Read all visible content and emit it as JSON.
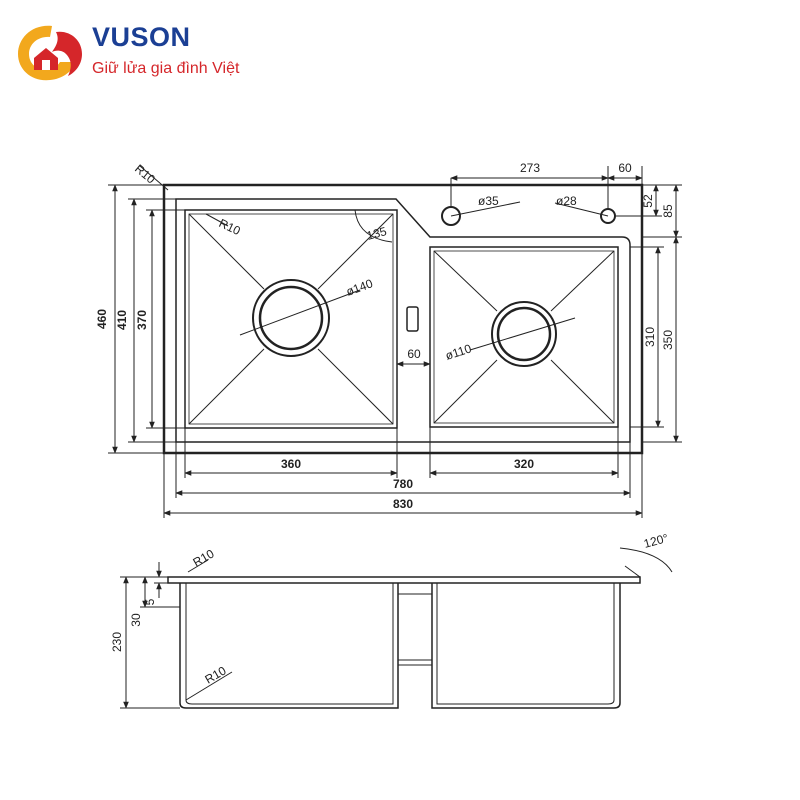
{
  "brand": {
    "name": "VUSON",
    "tagline": "Giữ lửa gia đình Việt",
    "colors": {
      "primary": "#1b3f94",
      "accent": "#d5262a",
      "highlight": "#f2a81d"
    }
  },
  "top_view": {
    "radius_outer": "R10",
    "radius_inner": "R10",
    "hole_tap": "ø35",
    "hole_soap": "ø28",
    "drain_large": "ø140",
    "drain_small": "ø110",
    "angle_chamfer": "135",
    "dims": {
      "d273": "273",
      "d60_top": "60",
      "d52": "52",
      "d85": "85",
      "d460": "460",
      "d410": "410",
      "d370": "370",
      "d310": "310",
      "d350": "350",
      "d60_gap": "60",
      "d360": "360",
      "d320": "320",
      "d780": "780",
      "d830": "830"
    }
  },
  "side_view": {
    "radius_top": "R10",
    "radius_bottom": "R10",
    "angle": "120°",
    "dims": {
      "d230": "230",
      "d30": "30",
      "d5": "5"
    }
  }
}
